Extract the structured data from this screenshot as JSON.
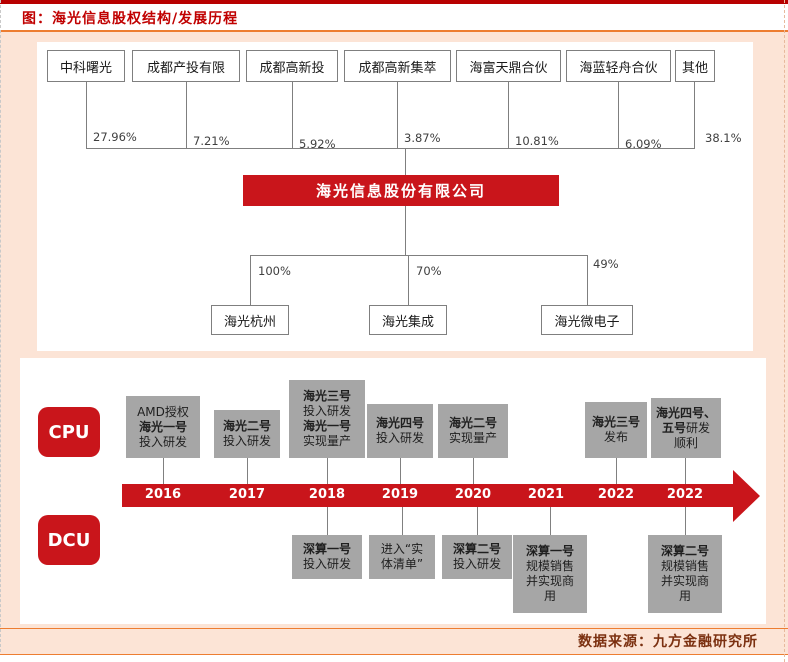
{
  "title": "图：海光信息股权结构/发展历程",
  "source": "数据来源：九方金融研究所",
  "colors": {
    "accent_red": "#c9151b",
    "title_red": "#c00000",
    "rule_orange": "#ed7d31",
    "footer_text": "#7b3010",
    "milestone_gray": "#a6a6a6",
    "page_bg": "#fce4d6"
  },
  "org_chart": {
    "company": "海光信息股份有限公司",
    "shareholders": [
      {
        "name": "中科曙光",
        "pct": "27.96%"
      },
      {
        "name": "成都产投有限",
        "pct": "7.21%"
      },
      {
        "name": "成都高新投",
        "pct": "5.92%"
      },
      {
        "name": "成都高新集萃",
        "pct": "3.87%"
      },
      {
        "name": "海富天鼎合伙",
        "pct": "10.81%"
      },
      {
        "name": "海蓝轻舟合伙",
        "pct": "6.09%"
      },
      {
        "name": "其他",
        "pct": "38.1%"
      }
    ],
    "subsidiaries": [
      {
        "name": "海光杭州",
        "pct": "100%"
      },
      {
        "name": "海光集成",
        "pct": "70%"
      },
      {
        "name": "海光微电子",
        "pct": "49%"
      }
    ]
  },
  "timeline": {
    "cpu_label": "CPU",
    "dcu_label": "DCU",
    "years": [
      "2016",
      "2017",
      "2018",
      "2019",
      "2020",
      "2021",
      "2022",
      "2022"
    ],
    "cpu_events": {
      "e1": {
        "l1": "AMD授权",
        "l2": "海光一号",
        "l3": "投入研发"
      },
      "e2": {
        "l1": "海光二号",
        "l2": "投入研发"
      },
      "e3": {
        "l1": "海光三号",
        "l2": "投入研发",
        "l3": "海光一号",
        "l4": "实现量产"
      },
      "e4": {
        "l1": "海光四号",
        "l2": "投入研发"
      },
      "e5": {
        "l1": "海光二号",
        "l2": "实现量产"
      },
      "e6": {
        "l1": "海光三号",
        "l2": "发布"
      },
      "e7": {
        "l1": "海光四号、",
        "l2a": "五号",
        "l2b": "研发",
        "l3": "顺利"
      }
    },
    "dcu_events": {
      "e1": {
        "l1": "深算一号",
        "l2": "投入研发"
      },
      "e2": {
        "l1": "进入“实",
        "l2": "体清单”"
      },
      "e3": {
        "l1": "深算二号",
        "l2": "投入研发"
      },
      "e4": {
        "l1": "深算一号",
        "l2": "规模销售",
        "l3": "并实现商",
        "l4": "用"
      },
      "e5": {
        "l1": "深算二号",
        "l2": "规模销售",
        "l3": "并实现商",
        "l4": "用"
      }
    }
  }
}
